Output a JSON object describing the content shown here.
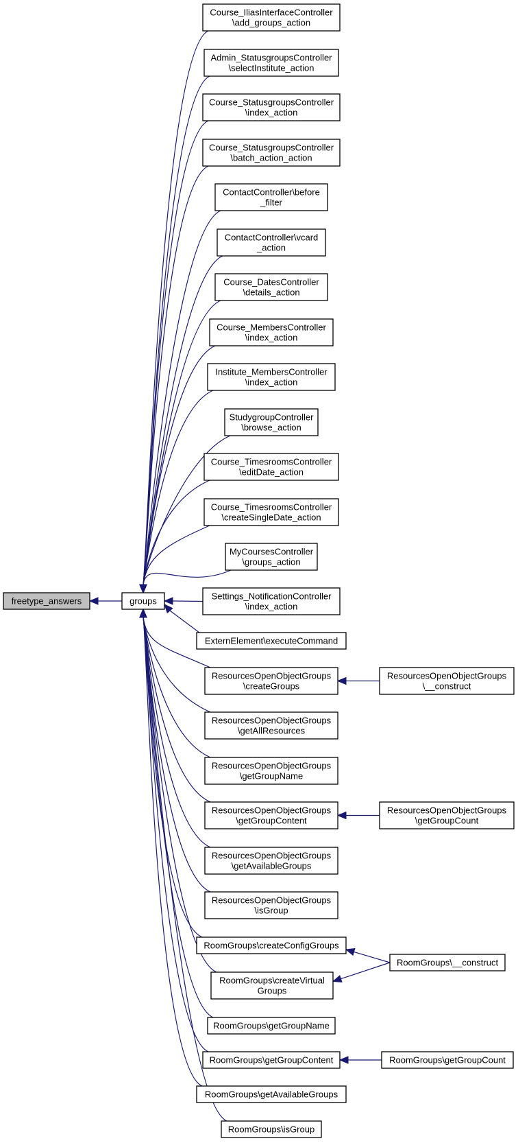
{
  "graph": {
    "nodes": {
      "freetype_answers": [
        "freetype_answers"
      ],
      "groups": [
        "groups"
      ],
      "n1": [
        "Course_IliasInterfaceController",
        "\\add_groups_action"
      ],
      "n2": [
        "Admin_StatusgroupsController",
        "\\selectInstitute_action"
      ],
      "n3": [
        "Course_StatusgroupsController",
        "\\index_action"
      ],
      "n4": [
        "Course_StatusgroupsController",
        "\\batch_action_action"
      ],
      "n5": [
        "ContactController\\before",
        "_filter"
      ],
      "n6": [
        "ContactController\\vcard",
        "_action"
      ],
      "n7": [
        "Course_DatesController",
        "\\details_action"
      ],
      "n8": [
        "Course_MembersController",
        "\\index_action"
      ],
      "n9": [
        "Institute_MembersController",
        "\\index_action"
      ],
      "n10": [
        "StudygroupController",
        "\\browse_action"
      ],
      "n11": [
        "Course_TimesroomsController",
        "\\editDate_action"
      ],
      "n12": [
        "Course_TimesroomsController",
        "\\createSingleDate_action"
      ],
      "n13": [
        "MyCoursesController",
        "\\groups_action"
      ],
      "n14": [
        "Settings_NotificationController",
        "\\index_action"
      ],
      "n15": [
        "ExternElement\\executeCommand"
      ],
      "n16": [
        "ResourcesOpenObjectGroups",
        "\\createGroups"
      ],
      "n17": [
        "ResourcesOpenObjectGroups",
        "\\getAllResources"
      ],
      "n18": [
        "ResourcesOpenObjectGroups",
        "\\getGroupName"
      ],
      "n19": [
        "ResourcesOpenObjectGroups",
        "\\getGroupContent"
      ],
      "n20": [
        "ResourcesOpenObjectGroups",
        "\\getAvailableGroups"
      ],
      "n21": [
        "ResourcesOpenObjectGroups",
        "\\isGroup"
      ],
      "n22": [
        "RoomGroups\\createConfigGroups"
      ],
      "n23": [
        "RoomGroups\\createVirtual",
        "Groups"
      ],
      "n24": [
        "RoomGroups\\getGroupName"
      ],
      "n25": [
        "RoomGroups\\getGroupContent"
      ],
      "n26": [
        "RoomGroups\\getAvailableGroups"
      ],
      "n27": [
        "RoomGroups\\isGroup"
      ],
      "n28": [
        "ResourcesOpenObjectGroups",
        "\\__construct"
      ],
      "n29": [
        "ResourcesOpenObjectGroups",
        "\\getGroupCount"
      ],
      "n30": [
        "RoomGroups\\__construct"
      ],
      "n31": [
        "RoomGroups\\getGroupCount"
      ]
    },
    "edges": [
      [
        "groups",
        "freetype_answers"
      ],
      [
        "n1",
        "groups"
      ],
      [
        "n2",
        "groups"
      ],
      [
        "n3",
        "groups"
      ],
      [
        "n4",
        "groups"
      ],
      [
        "n5",
        "groups"
      ],
      [
        "n6",
        "groups"
      ],
      [
        "n7",
        "groups"
      ],
      [
        "n8",
        "groups"
      ],
      [
        "n9",
        "groups"
      ],
      [
        "n10",
        "groups"
      ],
      [
        "n11",
        "groups"
      ],
      [
        "n12",
        "groups"
      ],
      [
        "n13",
        "groups"
      ],
      [
        "n14",
        "groups"
      ],
      [
        "n15",
        "groups"
      ],
      [
        "n16",
        "groups"
      ],
      [
        "n17",
        "groups"
      ],
      [
        "n18",
        "groups"
      ],
      [
        "n19",
        "groups"
      ],
      [
        "n20",
        "groups"
      ],
      [
        "n21",
        "groups"
      ],
      [
        "n22",
        "groups"
      ],
      [
        "n23",
        "groups"
      ],
      [
        "n24",
        "groups"
      ],
      [
        "n25",
        "groups"
      ],
      [
        "n26",
        "groups"
      ],
      [
        "n27",
        "groups"
      ],
      [
        "n28",
        "n16"
      ],
      [
        "n29",
        "n19"
      ],
      [
        "n30",
        "n22"
      ],
      [
        "n30",
        "n23"
      ],
      [
        "n31",
        "n25"
      ]
    ],
    "colors": {
      "edge": "#191970",
      "root_fill": "#bfbfbf",
      "node_fill": "#ffffff",
      "border": "#000000"
    }
  }
}
